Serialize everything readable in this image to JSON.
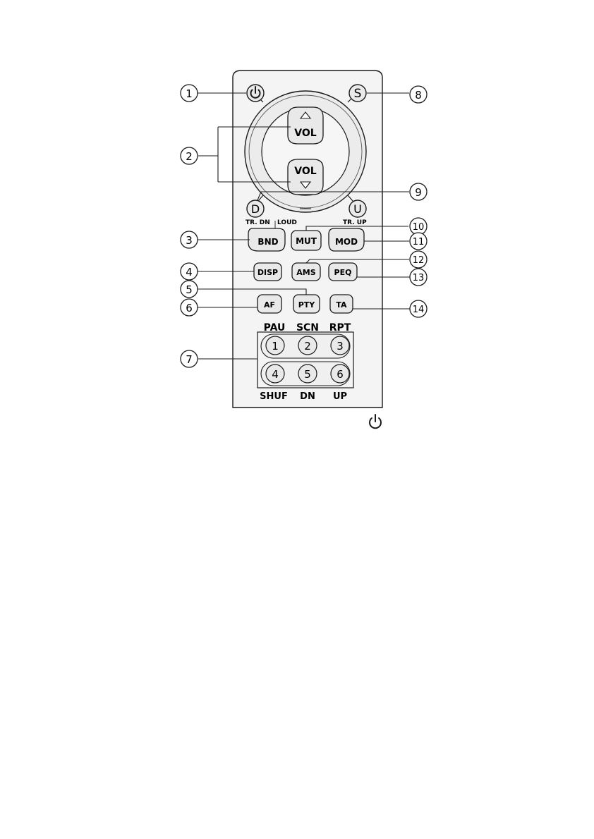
{
  "callouts": [
    "1",
    "2",
    "3",
    "4",
    "5",
    "6",
    "7",
    "8",
    "9",
    "10",
    "11",
    "12",
    "13",
    "14"
  ],
  "keys": {
    "s": "S",
    "d": "D",
    "u": "U",
    "vol_up": "VOL",
    "vol_down": "VOL",
    "bnd": "BND",
    "mut": "MUT",
    "mod": "MOD",
    "disp": "DISP",
    "ams": "AMS",
    "peq": "PEQ",
    "af": "AF",
    "pty": "PTY",
    "ta": "TA"
  },
  "key_labels": {
    "tr_dn": "TR. DN",
    "loud": "LOUD",
    "tr_up": "TR. UP"
  },
  "numpad": {
    "top_labels": [
      "PAU",
      "SCN",
      "RPT"
    ],
    "keys": [
      "1",
      "2",
      "3",
      "4",
      "5",
      "6"
    ],
    "bottom_labels": [
      "SHUF",
      "DN",
      "UP"
    ]
  },
  "icons": {
    "power": "power-icon",
    "arrow_up": "triangle-up-icon",
    "arrow_down": "triangle-down-icon"
  },
  "colors": {
    "line": "#1a1a1a",
    "body_fill": "#f2f2f2",
    "key_fill": "#e9e9e9"
  }
}
